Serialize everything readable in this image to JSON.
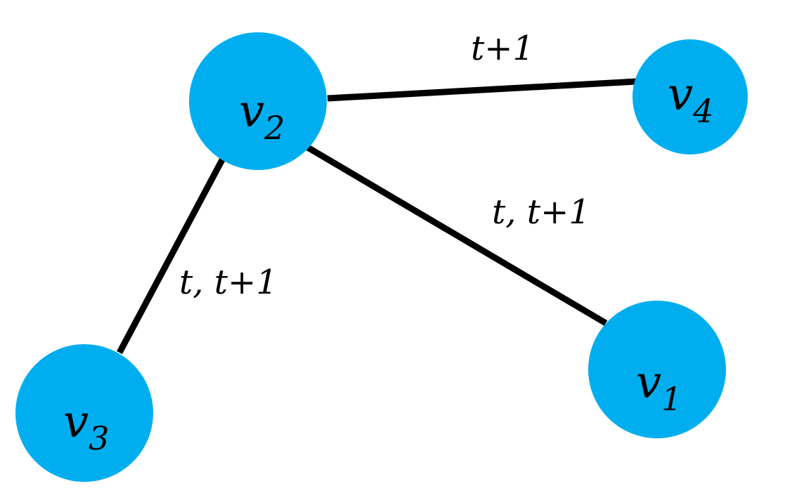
{
  "diagram": {
    "node_color": "#00AEEF",
    "edge_color": "#000000",
    "nodes": [
      {
        "id": "v2",
        "base": "v",
        "sub": "2"
      },
      {
        "id": "v4",
        "base": "v",
        "sub": "4"
      },
      {
        "id": "v1",
        "base": "v",
        "sub": "1"
      },
      {
        "id": "v3",
        "base": "v",
        "sub": "3"
      }
    ],
    "edges": [
      {
        "from": "v2",
        "to": "v4",
        "label": "t+1"
      },
      {
        "from": "v2",
        "to": "v1",
        "label": "t, t+1"
      },
      {
        "from": "v2",
        "to": "v3",
        "label": "t, t+1"
      }
    ]
  }
}
